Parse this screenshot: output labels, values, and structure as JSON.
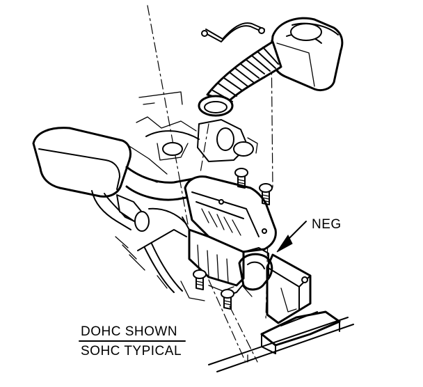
{
  "labels": {
    "neg": "NEG",
    "caption_top": "DOHC SHOWN",
    "caption_bottom": "SOHC TYPICAL"
  }
}
